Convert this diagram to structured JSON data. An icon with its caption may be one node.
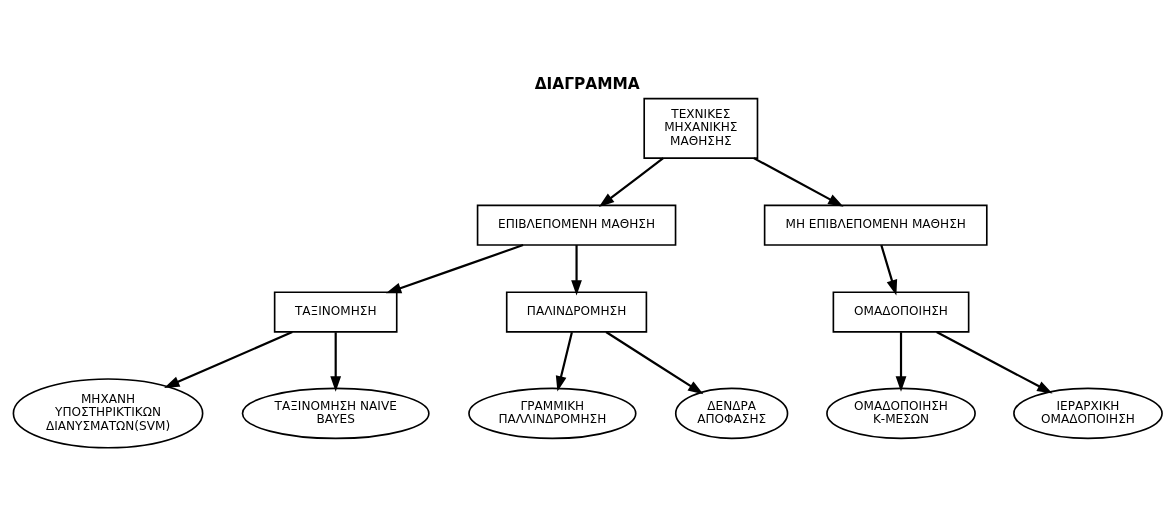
{
  "diagram": {
    "title": "ΔΙΑΓΡΑΜΜΑ",
    "nodes": [
      {
        "text": [
          "ΤΕΧΝΙΚΕΣ ΜΗΧΑΝΙΚΗΣ ΜΑΘΗΣΗΣ"
        ]
      },
      {
        "text": [
          "ΕΠΙΒΛΕΠΟΜΕΝΗ ΜΑΘΗΣΗ"
        ]
      },
      {
        "text": [
          "ΜΗ ΕΠΙΒΛΕΠΟΜΕΝΗ ΜΑΘΗΣΗ"
        ]
      },
      {
        "text": [
          "ΤΑΞΙΝΟΜΗΣΗ"
        ]
      },
      {
        "text": [
          "ΠΑΛΙΝΔΡΟΜΗΣΗ"
        ]
      },
      {
        "text": [
          "ΟΜΑΔΟΠΟΙΗΣΗ"
        ]
      },
      {
        "text": [
          "ΜΗΧΑΝΗ ΥΠΟΣΤΗΡΙΚΤΙΚΩΝ ΔΙΑΝΥΣΜΑΤΩΝ(SVM)"
        ]
      },
      {
        "text": [
          "ΤΑΞΙΝΟΜΗΣΗ NAIVE BAYES"
        ]
      },
      {
        "text": [
          "ΓΡΑΜΜΙΚΗ ΠΑΛΛΙΝΔΡΟΜΗΣΗ"
        ]
      },
      {
        "text": [
          "ΔΕΝΔΡΑ ΑΠΟΦΑΣΗΣ"
        ]
      },
      {
        "text": [
          "ΟΜΑΔΟΠΟΙΗΣΗ Κ-ΜΕΣΩΝ"
        ]
      },
      {
        "text": [
          "ΙΕΡΑΡΧΙΚΗ ΟΜΑΔΟΠΟΙΗΣΗ"
        ]
      }
    ],
    "edges": [
      {
        "from": 0,
        "to": 1,
        "arrow": "to"
      },
      {
        "from": 0,
        "to": 2,
        "arrow": "to"
      },
      {
        "from": 1,
        "to": 3,
        "arrow": "to"
      },
      {
        "from": 1,
        "to": 4,
        "arrow": "to"
      },
      {
        "from": 2,
        "to": 5,
        "arrow": "to"
      },
      {
        "from": 3,
        "to": 6,
        "arrow": "to"
      },
      {
        "from": 3,
        "to": 7,
        "arrow": "to"
      },
      {
        "from": 4,
        "to": 8,
        "arrow": "to"
      },
      {
        "from": 4,
        "to": 9,
        "arrow": "to"
      },
      {
        "from": 5,
        "to": 10,
        "arrow": "to"
      },
      {
        "from": 5,
        "to": 11,
        "arrow": "to"
      }
    ]
  }
}
